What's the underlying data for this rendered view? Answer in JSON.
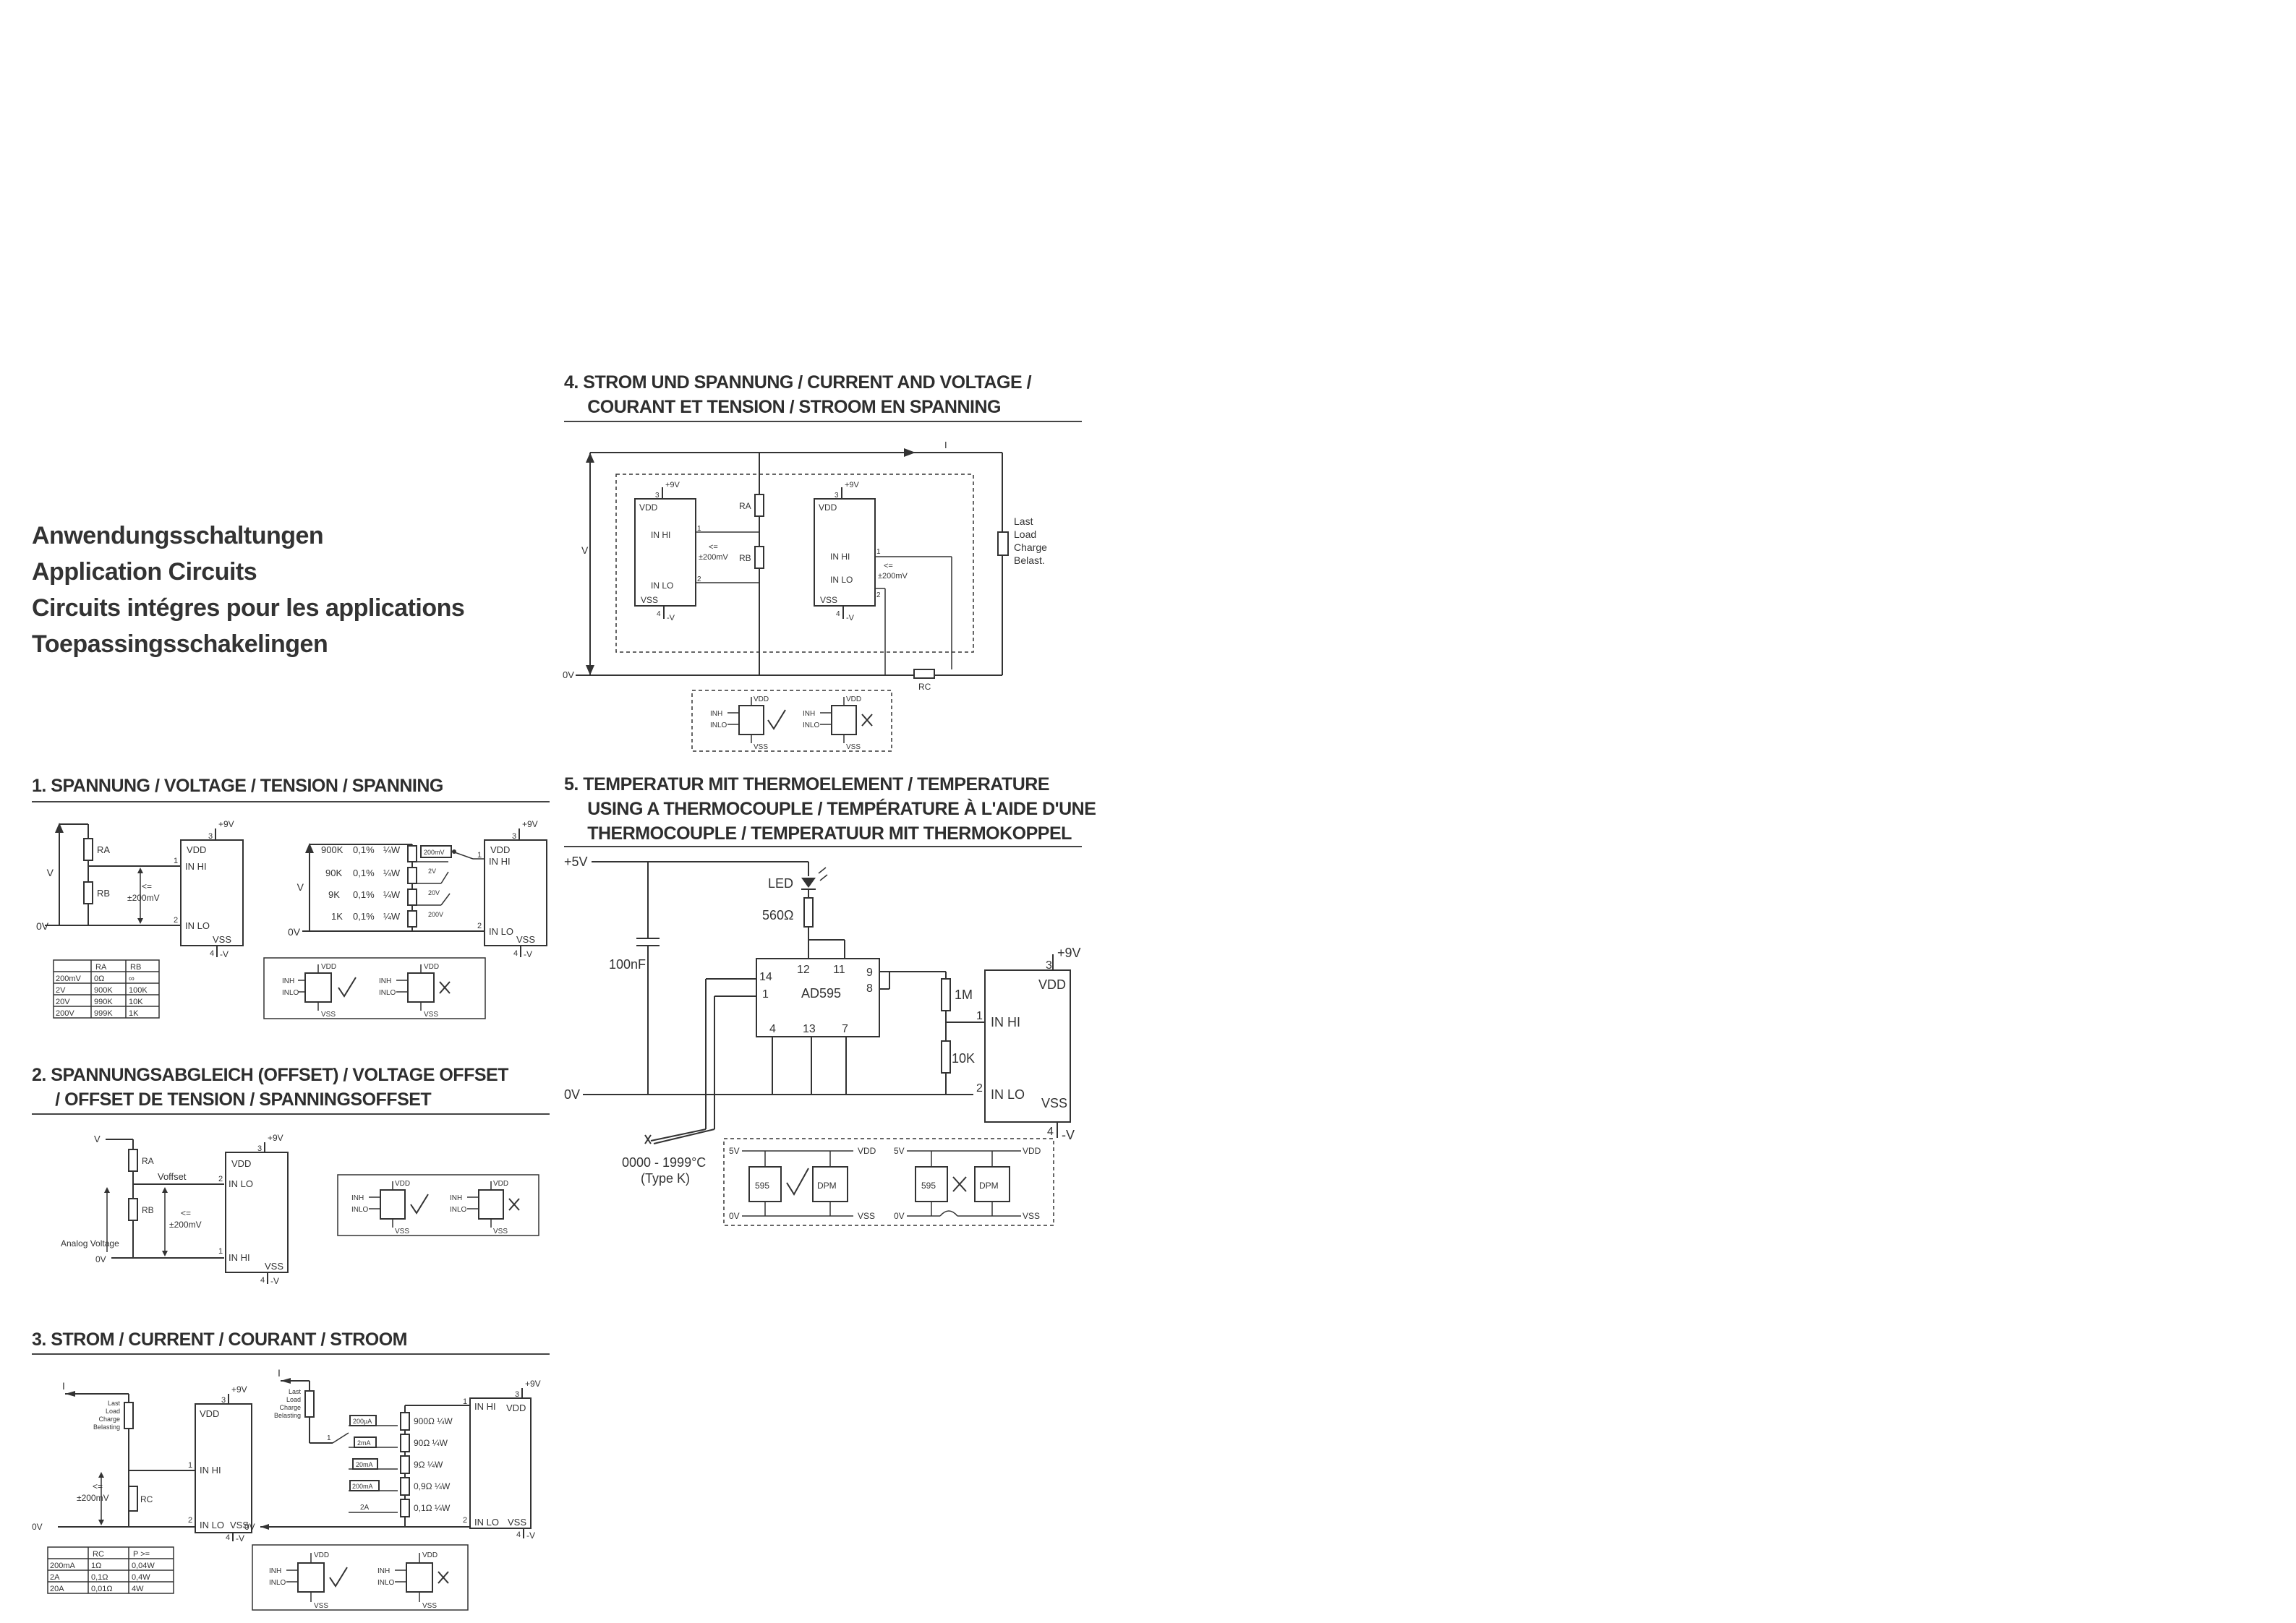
{
  "titles": [
    "Anwendungsschaltungen",
    "Application Circuits",
    "Circuits intégres pour les applications",
    "Toepassingsschakelingen"
  ],
  "sections": {
    "s1": [
      "1.  SPANNUNG / VOLTAGE / TENSION / SPANNING"
    ],
    "s2": [
      "2.  SPANNUNGSABGLEICH (OFFSET) / VOLTAGE OFFSET",
      "     / OFFSET DE TENSION / SPANNINGSOFFSET"
    ],
    "s3": [
      "3.  STROM / CURRENT / COURANT / STROOM"
    ],
    "s4": [
      "4.  STROM UND SPANNUNG / CURRENT AND VOLTAGE /",
      "     COURANT ET TENSION / STROOM EN SPANNING"
    ],
    "s5": [
      "5.  TEMPERATUR MIT THERMOELEMENT / TEMPERATURE",
      "     USING A THERMOCOUPLE / TEMPÉRATURE À L'AIDE D'UNE",
      "     THERMOCOUPLE / TEMPERATUUR MIT THERMOKOPPEL"
    ]
  },
  "labels": {
    "p9v": "+9V",
    "vdd": "VDD",
    "vss": "VSS",
    "mv": "-V",
    "inhi": "IN HI",
    "inlo": "IN LO",
    "le": "<=",
    "mv200": "±200mV",
    "v": "V",
    "zv": "0V",
    "ra": "RA",
    "rb": "RB",
    "rc": "RC",
    "n1": "1",
    "n2": "2",
    "n3": "3",
    "n4": "4",
    "i": "I",
    "voffset": "Voffset",
    "analog": "Analog Voltage",
    "inh": "INH",
    "inl": "INLO",
    "vd": "VDD",
    "vs": "VSS",
    "load4": [
      "Last",
      "Load",
      "Charge",
      "Belast."
    ],
    "load3": [
      "Last",
      "Load",
      "Charge",
      "Belasting"
    ],
    "p5v": "+5V",
    "led": "LED",
    "r560": "560Ω",
    "c100": "100nF",
    "ad595": "AD595",
    "r1m": "1M",
    "r10k": "10K",
    "tc_range": "0000 - 1999°C",
    "tc_type": "(Type K)",
    "p595": "595",
    "dpm": "DPM",
    "v5": "5V",
    "v0": "0V",
    "pin12": "12",
    "pin11": "11",
    "pin9": "9",
    "pin8": "8",
    "pin14": "14",
    "pin1": "1",
    "pin4": "4",
    "pin13": "13",
    "pin7": "7"
  },
  "voltage_divider": [
    {
      "r": "900K",
      "tol": "0,1%",
      "p": "¼W",
      "range": "200mV"
    },
    {
      "r": "90K",
      "tol": "0,1%",
      "p": "¼W",
      "range": "2V"
    },
    {
      "r": "9K",
      "tol": "0,1%",
      "p": "¼W",
      "range": "20V"
    },
    {
      "r": "1K",
      "tol": "0,1%",
      "p": "¼W",
      "range": "200V"
    }
  ],
  "current_divider": [
    {
      "range": "200µA",
      "r": "900Ω ¼W"
    },
    {
      "range": "2mA",
      "r": "90Ω ¼W"
    },
    {
      "range": "20mA",
      "r": "9Ω ¼W"
    },
    {
      "range": "200mA",
      "r": "0,9Ω ¼W"
    },
    {
      "range": "2A",
      "r": "0,1Ω ¼W"
    }
  ],
  "table_voltage": {
    "headers": [
      "",
      "RA",
      "RB"
    ],
    "rows": [
      [
        "200mV",
        "0Ω",
        "∞"
      ],
      [
        "2V",
        "900K",
        "100K"
      ],
      [
        "20V",
        "990K",
        "10K"
      ],
      [
        "200V",
        "999K",
        "1K"
      ]
    ]
  },
  "table_current": {
    "headers": [
      "",
      "RC",
      "P >="
    ],
    "rows": [
      [
        "200mA",
        "1Ω",
        "0,04W"
      ],
      [
        "2A",
        "0,1Ω",
        "0,4W"
      ],
      [
        "20A",
        "0,01Ω",
        "4W"
      ]
    ]
  }
}
